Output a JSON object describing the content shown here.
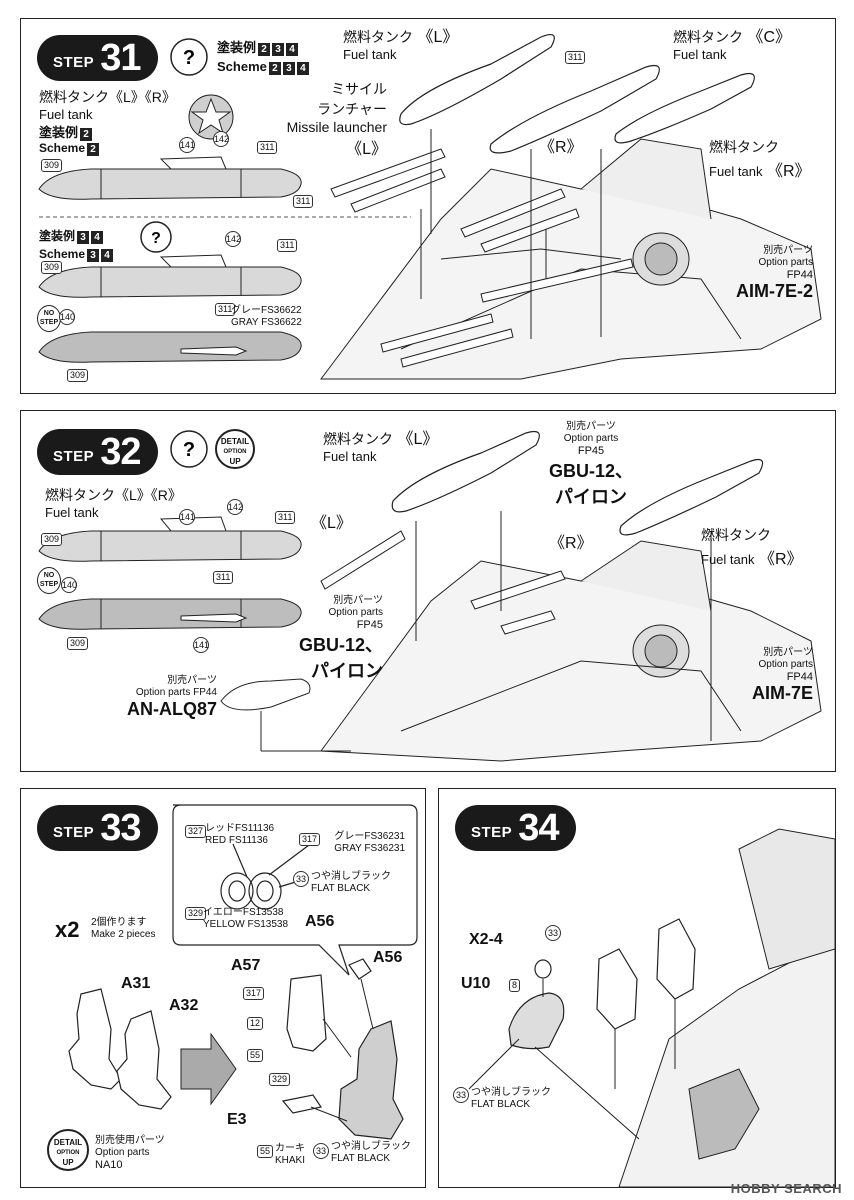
{
  "watermark": "HOBBY SEARCH",
  "step_word": "STEP",
  "step31": {
    "number": "31",
    "scheme_jp": "塗装例",
    "scheme_en": "Scheme",
    "schemes": [
      "2",
      "3",
      "4"
    ],
    "tank_lr_jp": "燃料タンク《L》《R》",
    "tank_lr_en": "Fuel tank",
    "scheme2_jp": "塗装例",
    "scheme2_en": "Scheme",
    "scheme2_num": "2",
    "scheme34_jp": "塗装例",
    "scheme34_en": "Scheme",
    "scheme34_nums": [
      "3",
      "4"
    ],
    "tank_l_jp": "燃料タンク",
    "tank_l_tag": "《L》",
    "tank_l_en": "Fuel tank",
    "tank_c_jp": "燃料タンク",
    "tank_c_tag": "《C》",
    "tank_c_en": "Fuel tank",
    "tank_r_jp": "燃料タンク",
    "tank_r_tag": "《R》",
    "tank_r_en": "Fuel tank",
    "missile_jp1": "ミサイル",
    "missile_jp2": "ランチャー",
    "missile_en": "Missile launcher",
    "missile_l_tag": "《L》",
    "missile_r_tag": "《R》",
    "gray_jp": "グレーFS36622",
    "gray_en": "GRAY FS36622",
    "option_jp": "別売パーツ",
    "option_en": "Option parts",
    "option_code": "FP44",
    "option_name": "AIM-7E-2",
    "no_step": [
      "NO",
      "STEP"
    ],
    "part_nums": [
      "141",
      "142",
      "311",
      "309",
      "311",
      "142",
      "311",
      "309",
      "311",
      "140",
      "309",
      "311"
    ]
  },
  "step32": {
    "number": "32",
    "detail_label": [
      "DETAIL",
      "OPTION",
      "UP"
    ],
    "tank_lr_jp": "燃料タンク《L》《R》",
    "tank_lr_en": "Fuel tank",
    "tank_l_jp": "燃料タンク",
    "tank_l_tag": "《L》",
    "tank_l_en": "Fuel tank",
    "tank_r_jp": "燃料タンク",
    "tank_r_tag": "《R》",
    "tank_r_en": "Fuel tank",
    "l_tag": "《L》",
    "r_tag": "《R》",
    "opt_top_jp": "別売パーツ",
    "opt_top_en": "Option parts",
    "opt_top_code": "FP45",
    "opt_top_name1": "GBU-12、",
    "opt_top_name2": "パイロン",
    "opt_mid_jp": "別売パーツ",
    "opt_mid_en": "Option parts",
    "opt_mid_code": "FP45",
    "opt_mid_name1": "GBU-12、",
    "opt_mid_name2": "パイロン",
    "opt_alq_jp": "別売パーツ",
    "opt_alq_en": "Option parts FP44",
    "opt_alq_name": "AN-ALQ87",
    "opt_aim_jp": "別売パーツ",
    "opt_aim_en": "Option parts",
    "opt_aim_code": "FP44",
    "opt_aim_name": "AIM-7E",
    "no_step": [
      "NO",
      "STEP"
    ],
    "part_nums": [
      "141",
      "142",
      "311",
      "309",
      "140",
      "311",
      "309",
      "141"
    ]
  },
  "step33": {
    "number": "33",
    "red_jp": "レッドFS11136",
    "red_en": "RED FS11136",
    "gray_jp": "グレーFS36231",
    "gray_en": "GRAY FS36231",
    "flat_jp": "つや消しブラック",
    "flat_en": "FLAT BLACK",
    "yellow_jp": "イエローFS13538",
    "yellow_en": "YELLOW FS13538",
    "a56_in": "A56",
    "x2": "x2",
    "make_jp": "2個作ります",
    "make_en": "Make 2 pieces",
    "a31": "A31",
    "a32": "A32",
    "a57": "A57",
    "a56": "A56",
    "e3": "E3",
    "khaki_jp": "カーキ",
    "khaki_en": "KHAKI",
    "flat2_jp": "つや消しブラック",
    "flat2_en": "FLAT BLACK",
    "detail_label": [
      "DETAIL",
      "OPTION",
      "UP"
    ],
    "opt_jp": "別売使用パーツ",
    "opt_en": "Option parts",
    "opt_code": "NA10",
    "nums": {
      "n327": "327",
      "n317": "317",
      "n33": "33",
      "n329": "329",
      "n317b": "317",
      "n12": "12",
      "n55": "55",
      "n329b": "329",
      "n55b": "55",
      "n33b": "33"
    }
  },
  "step34": {
    "number": "34",
    "x24": "X2-4",
    "u10": "U10",
    "n33": "33",
    "n8": "8",
    "n33b": "33",
    "flat_jp": "つや消しブラック",
    "flat_en": "FLAT BLACK"
  }
}
